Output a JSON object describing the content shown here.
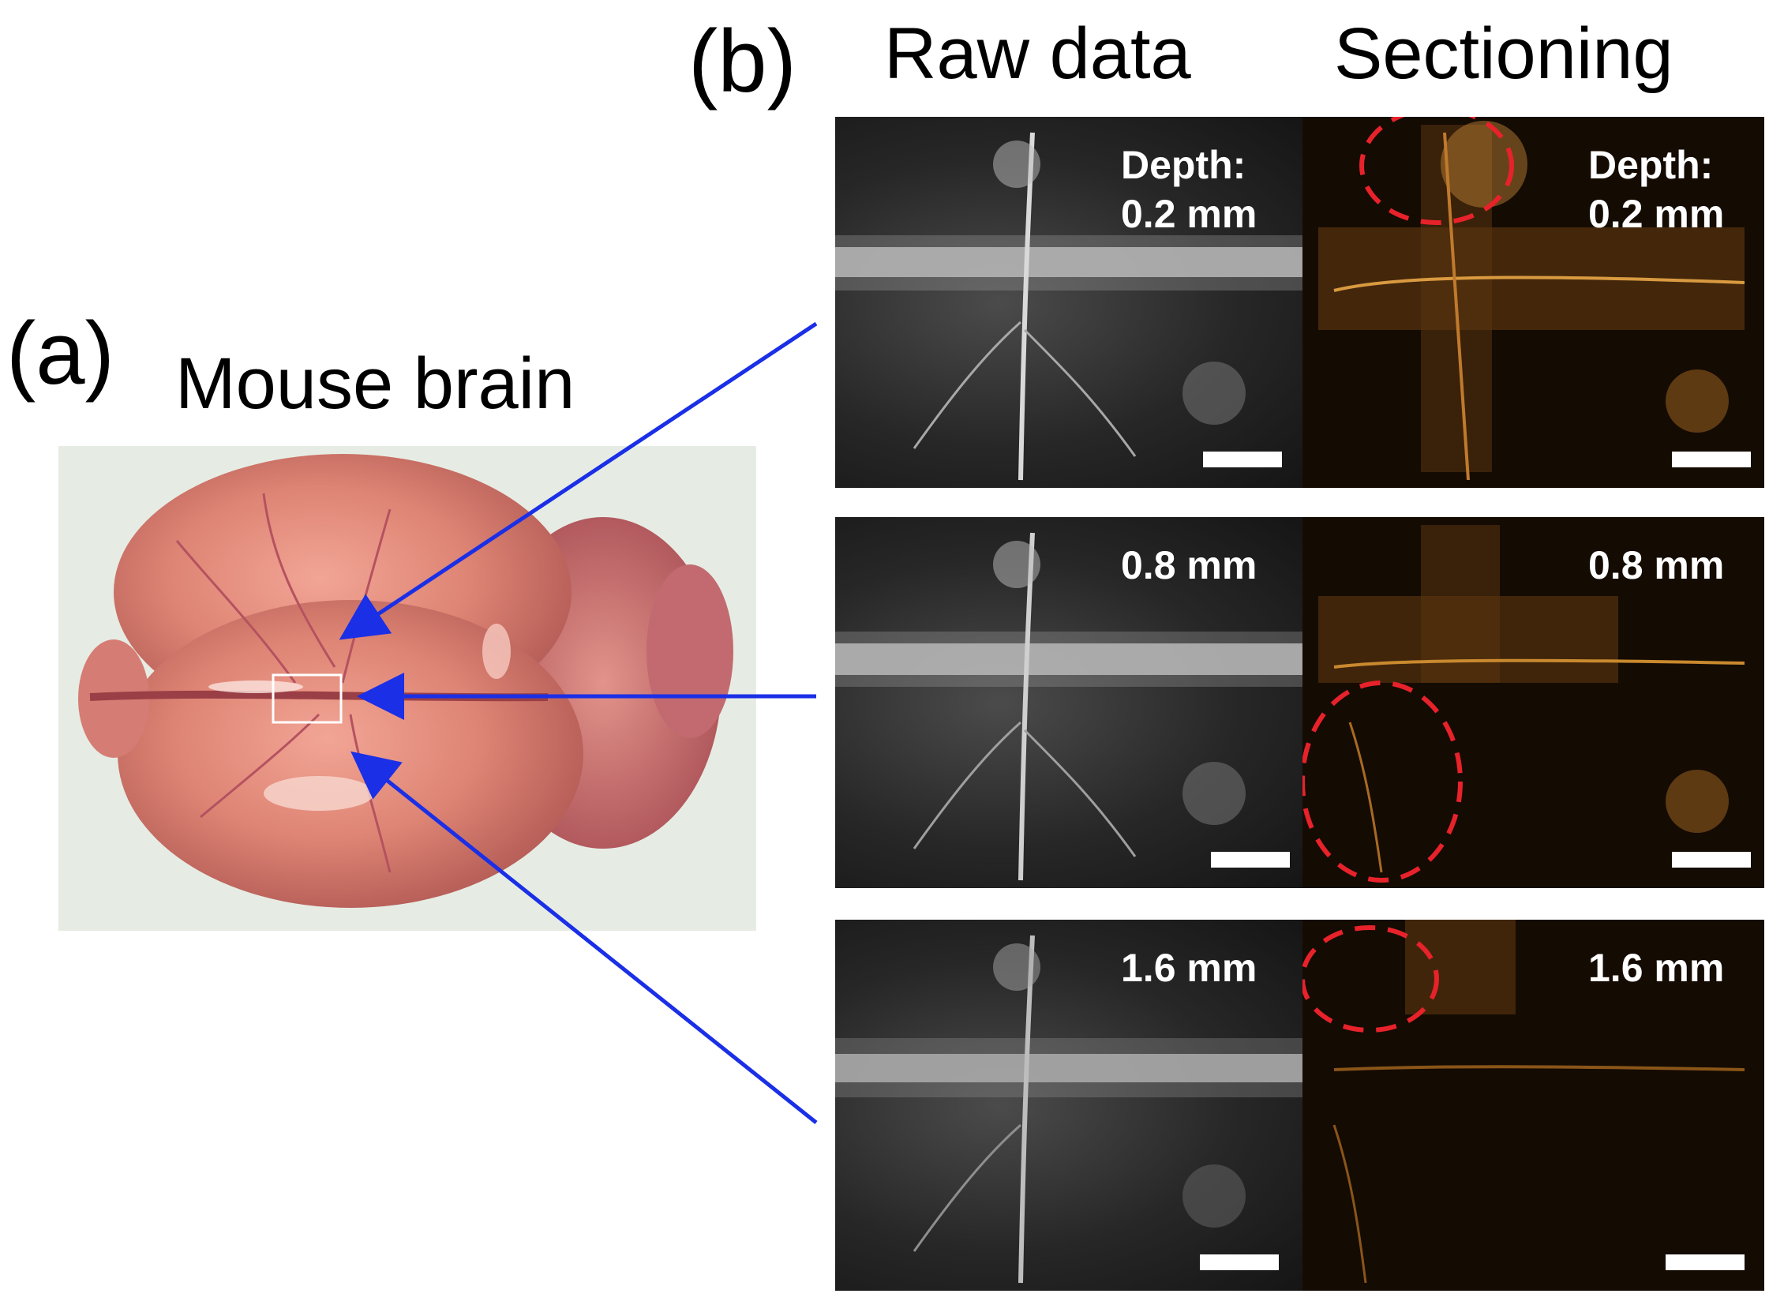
{
  "panel_a": {
    "letter": "(a)",
    "title": "Mouse brain"
  },
  "panel_b": {
    "letter": "(b)",
    "column_titles": {
      "raw": "Raw data",
      "sectioning": "Sectioning"
    },
    "rows": [
      {
        "raw_label_line1": "Depth:",
        "raw_label_line2": "0.2 mm",
        "sect_label_line1": "Depth:",
        "sect_label_line2": "0.2 mm"
      },
      {
        "raw_label_line1": "",
        "raw_label_line2": "0.8 mm",
        "sect_label_line1": "",
        "sect_label_line2": "0.8 mm"
      },
      {
        "raw_label_line1": "",
        "raw_label_line2": "1.6 mm",
        "sect_label_line1": "",
        "sect_label_line2": "1.6 mm"
      }
    ]
  },
  "colors": {
    "arrow": "#1a2fe6",
    "highlight_circle": "#e8222a",
    "brain": "#e08a7c",
    "background_photo": "#e6ece4"
  }
}
